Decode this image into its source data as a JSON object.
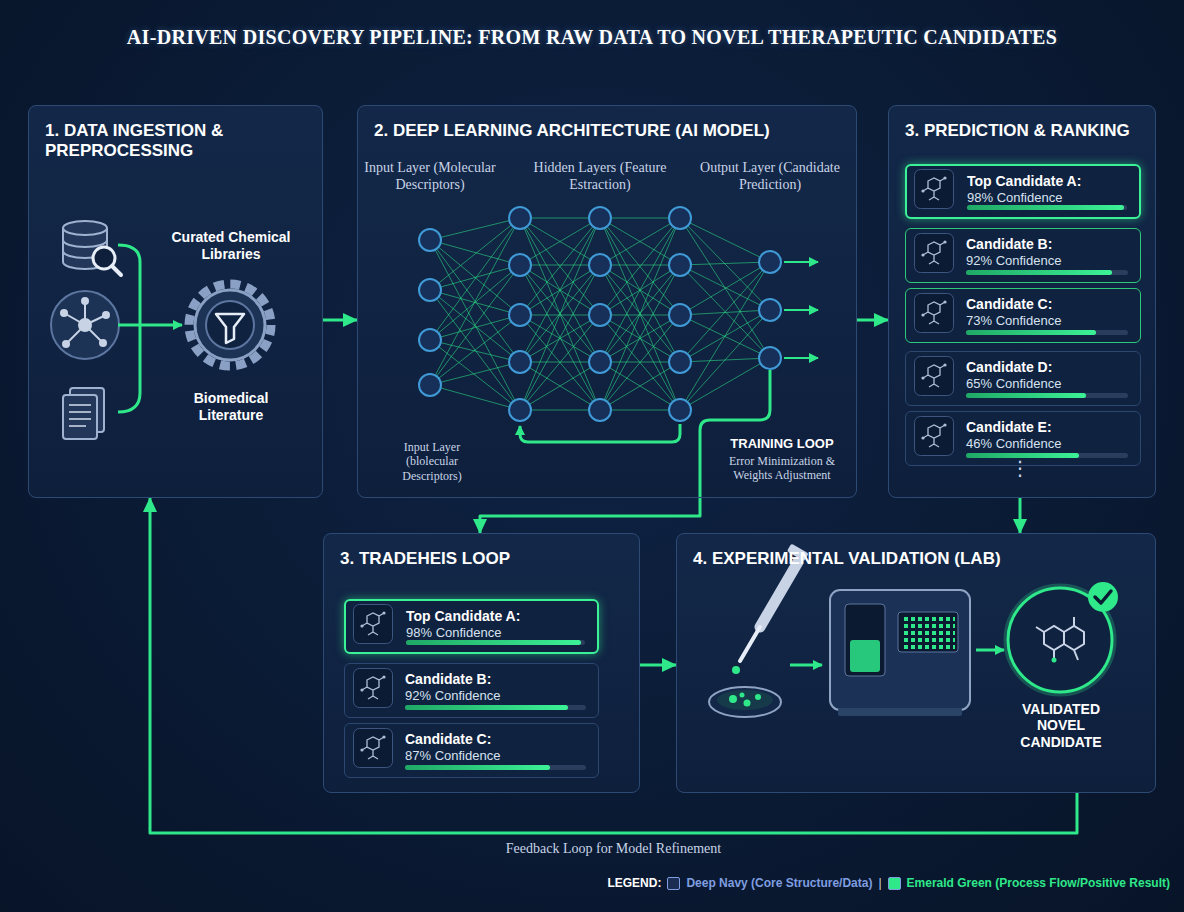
{
  "diagram": {
    "title": "AI-DRIVEN DISCOVERY PIPELINE: FROM RAW DATA TO NOVEL THERAPEUTIC CANDIDATES",
    "nodes": [
      {
        "text": [
          "1. DATA INGESTION & PREPROCESSING"
        ]
      },
      {
        "text": [
          "Curated Chemical Libraries",
          "Biomedical Literature"
        ],
        "in": 0
      },
      {
        "text": [
          "2. DEEP LEARNING ARCHITECTURE (AI MODEL)"
        ]
      },
      {
        "text": [
          "3. PREDICTION & RANKING"
        ]
      },
      {
        "text": [
          "Top Candidate A:",
          "98% Confidence"
        ],
        "in": 3
      },
      {
        "text": [
          "Candidate B:",
          "92% Confidence"
        ],
        "in": 3
      },
      {
        "text": [
          "Candidate C:",
          "73% Confidence"
        ],
        "in": 3
      },
      {
        "text": [
          "Candidate D:",
          "65% Confidence"
        ],
        "in": 3
      },
      {
        "text": [
          "Candidate E:",
          "46% Confidence"
        ],
        "in": 3
      },
      {
        "text": [
          "3. TRADEHEIS LOOP"
        ]
      },
      {
        "text": [
          "Top Candidate A:",
          "98% Confidence"
        ],
        "in": 9
      },
      {
        "text": [
          "Candidate B:",
          "92% Confidence"
        ],
        "in": 9
      },
      {
        "text": [
          "Candidate C:",
          "87% Confidence"
        ],
        "in": 9
      },
      {
        "text": [
          "4. EXPERIMENTAL VALIDATION (LAB)"
        ]
      },
      {
        "text": [
          "VALIDATED NOVEL CANDIDATE"
        ],
        "in": 13
      }
    ],
    "edges": [
      {
        "from": 0,
        "to": 2,
        "arrow": "to"
      },
      {
        "from": 2,
        "to": 3,
        "arrow": "to"
      },
      {
        "from": 2,
        "to": 9,
        "arrow": "to"
      },
      {
        "from": 9,
        "to": 13,
        "arrow": "to"
      },
      {
        "from": 3,
        "to": 13,
        "arrow": "to"
      },
      {
        "from": 13,
        "to": 0,
        "label": "Feedback Loop for Model Refinement",
        "arrow": "to"
      }
    ],
    "labels": [
      "Input Layer (Molecular Descriptors)",
      "Hidden Layers (Feature Estraction)",
      "Output Layer (Candidate Prediction)",
      "Input Layer (blolecular Descriptors)",
      "TRAINING LOOP",
      "Error Minimization & Weights Adjustment",
      "⋮",
      "LEGEND:",
      "|"
    ],
    "legend": [
      {
        "text": "Deep Navy (Core Structure/Data)",
        "color": "#1b2d52"
      },
      {
        "text": "Emerald Green (Process Flow/Positive Result)",
        "color": "#2ee88a"
      }
    ]
  }
}
